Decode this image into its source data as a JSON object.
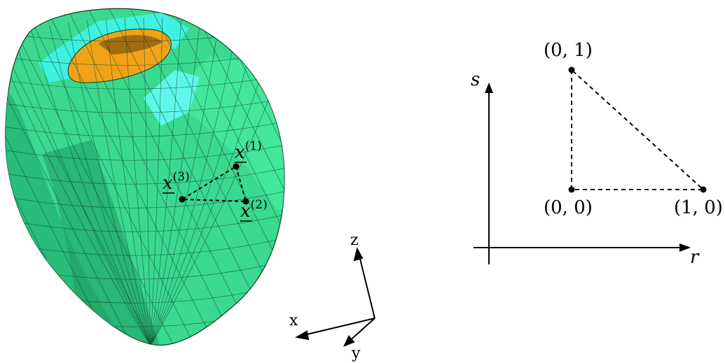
{
  "mesh_figure": {
    "colors": {
      "mesh_fill": "#3ad98f",
      "mesh_light": "#4df0a4",
      "mesh_dark": "#1f9e63",
      "cyan": "#40f0e0",
      "inner": "#f0a318",
      "edge": "#0a3d24"
    },
    "points": [
      {
        "label_base": "x",
        "label_sup": "(1)"
      },
      {
        "label_base": "x",
        "label_sup": "(2)"
      },
      {
        "label_base": "x",
        "label_sup": "(3)"
      }
    ],
    "axes": {
      "x_label": "x",
      "y_label": "y",
      "z_label": "z"
    }
  },
  "reference_triangle": {
    "h_axis_label": "r",
    "v_axis_label": "s",
    "vertices": [
      {
        "label": "(0, 1)"
      },
      {
        "label": "(0, 0)"
      },
      {
        "label": "(1, 0)"
      }
    ]
  }
}
